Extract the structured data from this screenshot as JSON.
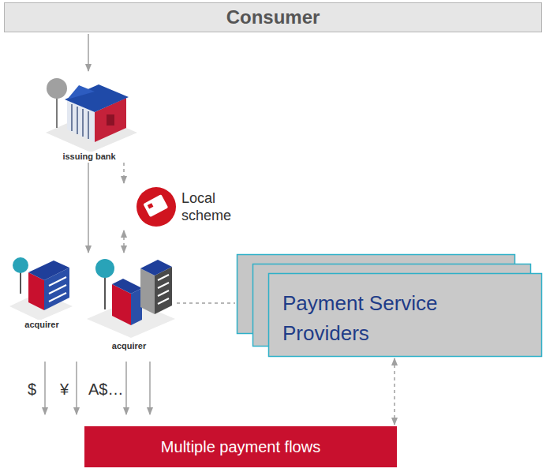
{
  "diagram": {
    "nodes": [
      {
        "text": [
          "Consumer"
        ]
      },
      {
        "text": [
          "issuing bank"
        ]
      },
      {
        "text": [
          "Local scheme"
        ]
      },
      {
        "text": [
          "acquirer"
        ]
      },
      {
        "text": [
          "acquirer"
        ]
      },
      {
        "text": [
          "Payment Service Providers"
        ]
      },
      {
        "text": [
          "Multiple payment flows"
        ]
      }
    ],
    "edges": [
      {
        "from": 0,
        "to": 1,
        "arrow": "to"
      },
      {
        "from": 1,
        "to": 2,
        "arrow": "to"
      },
      {
        "from": 2,
        "to": 4,
        "arrow": "both"
      },
      {
        "from": 1,
        "to": 4,
        "arrow": "to"
      },
      {
        "from": 4,
        "to": 5,
        "arrow": "none"
      },
      {
        "from": 5,
        "to": 6,
        "arrow": "both"
      }
    ],
    "labels": [
      "$",
      "¥",
      "A$…"
    ]
  }
}
